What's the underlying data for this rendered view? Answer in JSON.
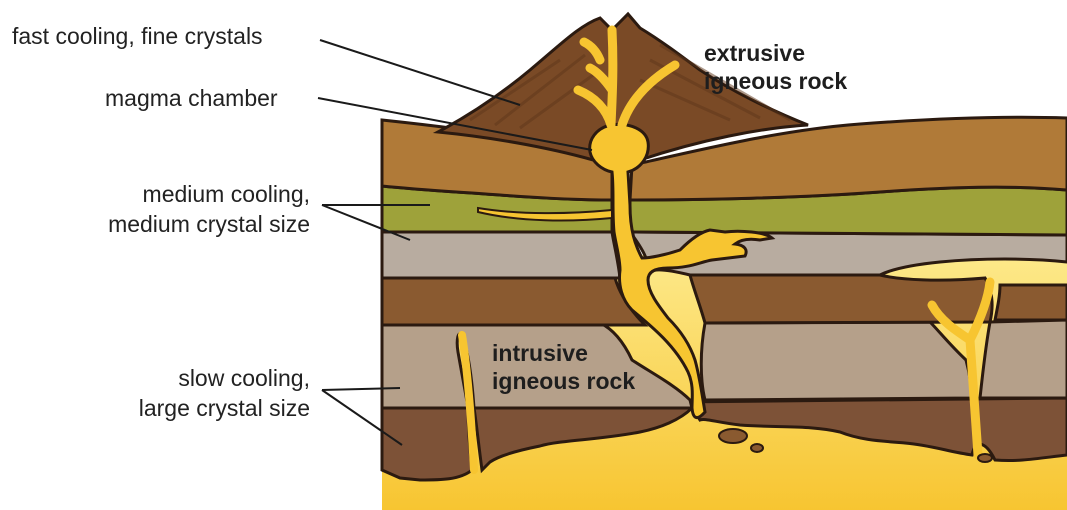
{
  "labels": {
    "fast_cooling": "fast cooling, fine crystals",
    "magma_chamber": "magma chamber",
    "medium_line1": "medium cooling,",
    "medium_line2": "medium crystal size",
    "slow_line1": "slow cooling,",
    "slow_line2": "large crystal size",
    "extrusive_line1": "extrusive",
    "extrusive_line2": "igneous rock",
    "intrusive_line1": "intrusive",
    "intrusive_line2": "igneous rock"
  },
  "colors": {
    "magma": "#f7c531",
    "magma_light": "#fde27a",
    "volcano": "#7a4a26",
    "topsoil": "#b07a38",
    "green_layer": "#9ea23a",
    "gray_layer": "#b8aca0",
    "brown_layer": "#8a5a30",
    "tan_layer": "#b5a08a",
    "deep_layer": "#7d5237",
    "outline": "#2b1a10",
    "leader": "#1a1a1a"
  }
}
